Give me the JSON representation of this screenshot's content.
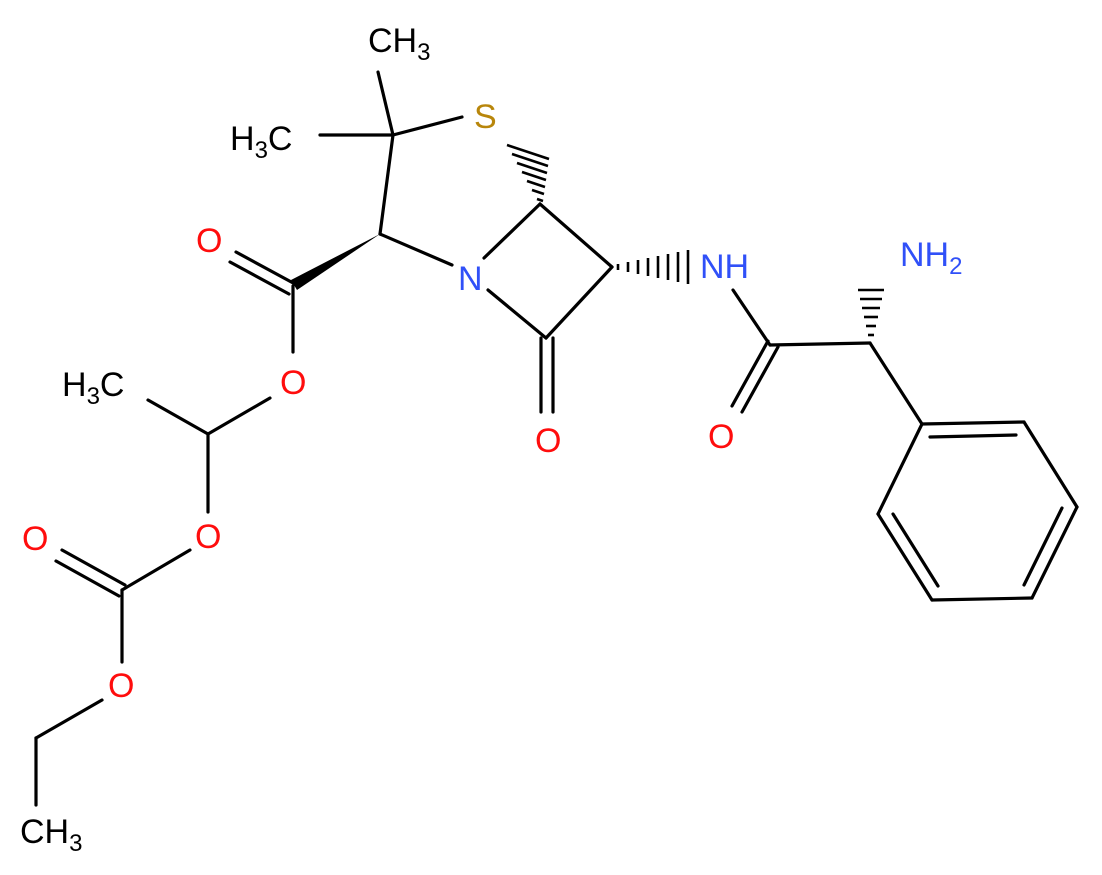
{
  "atoms": {
    "ch3_top": {
      "main": "CH",
      "sub": "3"
    },
    "h3c_left": {
      "pre": "H",
      "sub": "3",
      "post": "C"
    },
    "s_ring": {
      "main": "S"
    },
    "o_ester_carbonyl": {
      "main": "O"
    },
    "n_ring": {
      "main": "N"
    },
    "nh_amide": {
      "main": "NH"
    },
    "nh2_amine": {
      "main": "NH",
      "sub": "2"
    },
    "o_ester_single": {
      "main": "O"
    },
    "h3c_mid": {
      "pre": "H",
      "sub": "3",
      "post": "C"
    },
    "o_lactam": {
      "main": "O"
    },
    "o_amide": {
      "main": "O"
    },
    "o_link": {
      "main": "O"
    },
    "o_carbonate_carbonyl": {
      "main": "O"
    },
    "o_carbonate_single": {
      "main": "O"
    },
    "ch3_bottom": {
      "main": "CH",
      "sub": "3"
    }
  },
  "colors": {
    "bond": "#000000",
    "carbon": "#000000",
    "oxygen": "#ff0d0d",
    "nitrogen": "#3050f8",
    "sulfur": "#b8860b"
  }
}
